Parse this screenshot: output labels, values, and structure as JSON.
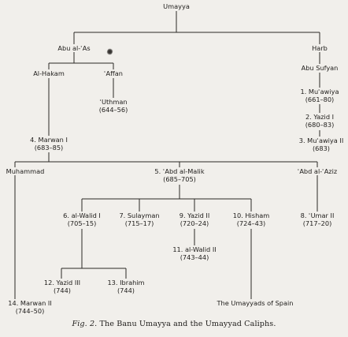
{
  "figure": {
    "caption_number": "Fig. 2.",
    "caption_text": "The Banu Umayya and the Umayyad Caliphs."
  },
  "nodes": {
    "umayya": {
      "name": "Umayya"
    },
    "abu_al_as": {
      "name": "Abu al-ʿAs"
    },
    "harb": {
      "name": "Harb"
    },
    "abu_sufyan": {
      "name": "Abu Sufyan"
    },
    "al_hakam": {
      "name": "Al-Hakam"
    },
    "affan": {
      "name": "ʿAffan"
    },
    "uthman": {
      "name": "ʿUthman",
      "dates": "(644–56)"
    },
    "muawiya_1": {
      "name": "1. Muʿawiya",
      "dates": "(661–80)"
    },
    "yazid_1": {
      "name": "2. Yazid I",
      "dates": "(680–83)"
    },
    "muawiya_2": {
      "name": "3. Muʿawiya II",
      "dates": "(683)"
    },
    "marwan_1": {
      "name": "4. Marwan I",
      "dates": "(683–85)"
    },
    "muhammad": {
      "name": "Muhammad"
    },
    "abd_al_malik": {
      "name": "5. ʿAbd al-Malik",
      "dates": "(685–705)"
    },
    "abd_al_aziz": {
      "name": "ʿAbd al-ʿAziz"
    },
    "walid_1": {
      "name": "6. al-Walid I",
      "dates": "(705–15)"
    },
    "sulayman": {
      "name": "7. Sulayman",
      "dates": "(715–17)"
    },
    "yazid_2": {
      "name": "9. Yazid II",
      "dates": "(720–24)"
    },
    "hisham": {
      "name": "10. Hisham",
      "dates": "(724–43)"
    },
    "umar_2": {
      "name": "8. ʿUmar II",
      "dates": "(717–20)"
    },
    "walid_2": {
      "name": "11. al-Walid II",
      "dates": "(743–44)"
    },
    "yazid_3": {
      "name": "12. Yazid III",
      "dates": "(744)"
    },
    "ibrahim": {
      "name": "13. Ibrahim",
      "dates": "(744)"
    },
    "marwan_2": {
      "name": "14. Marwan II",
      "dates": "(744–50)"
    },
    "umayyads_spain": {
      "name": "The Umayyads of Spain"
    }
  }
}
